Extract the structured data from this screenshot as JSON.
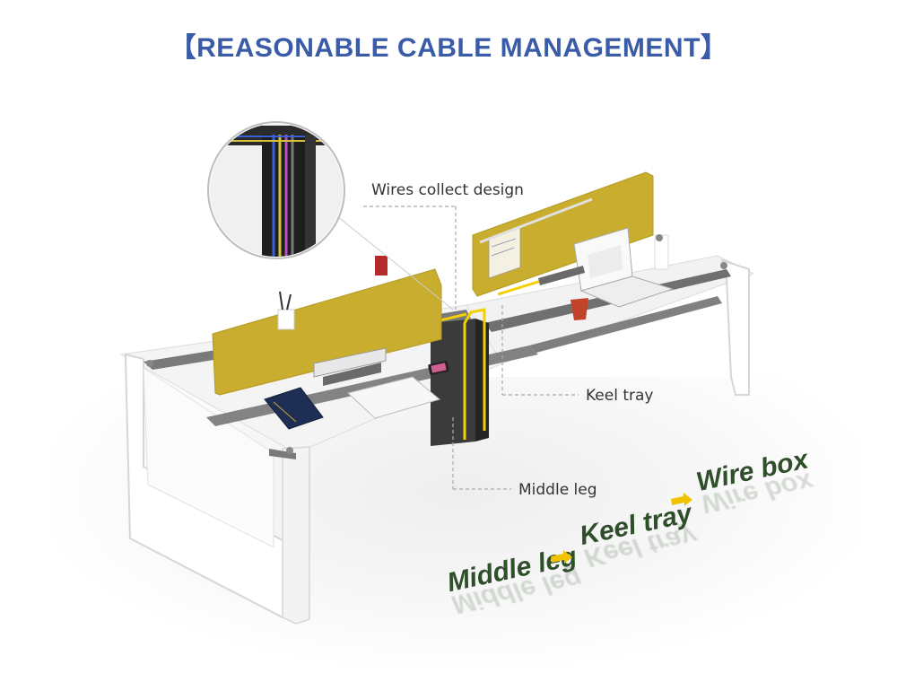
{
  "header": {
    "title": "【REASONABLE CABLE MANAGEMENT】"
  },
  "colors": {
    "title": "#3a5ba8",
    "panel": "#c9ad2e",
    "frame": "#ffffff",
    "tray": "#6e6e6e",
    "wire_highlight": "#f5d000",
    "callout_text": "#333333",
    "flow_text": "#2f4f2a",
    "flow_arrow": "#f2c200"
  },
  "callouts": {
    "wires_collect": "Wires collect design",
    "keel_tray": "Keel tray",
    "middle_leg": "Middle leg"
  },
  "flow": {
    "step1": "Middle leg",
    "step2": "Keel tray",
    "step3": "Wire box",
    "arrow_icon": "arrow-right-icon"
  }
}
